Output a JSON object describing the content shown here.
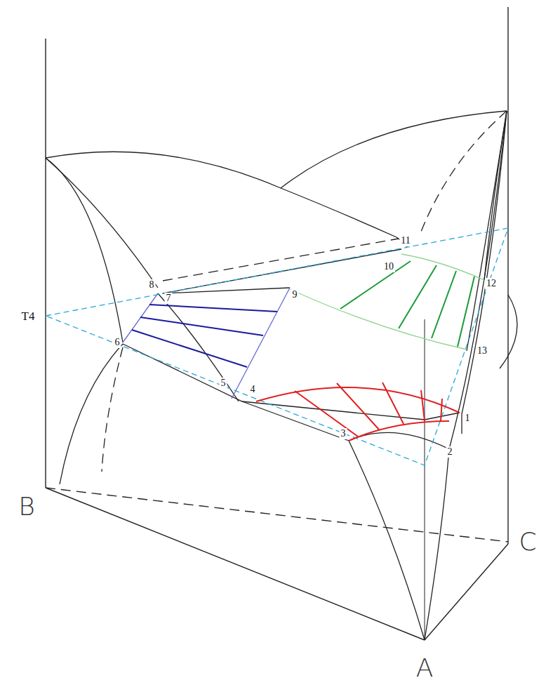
{
  "diagram": {
    "labels": [
      "T4",
      "1",
      "2",
      "3",
      "4",
      "5",
      "6",
      "7",
      "8",
      "9",
      "10",
      "11",
      "12",
      "13",
      "B",
      "C",
      "A"
    ]
  }
}
